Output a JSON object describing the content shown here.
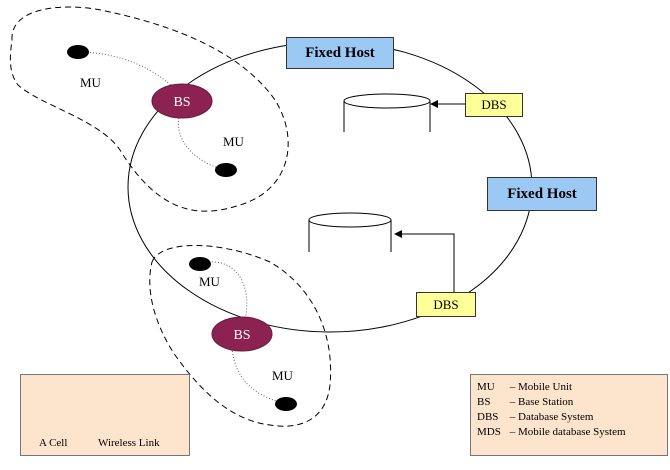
{
  "fixed_host_1": "Fixed Host",
  "fixed_host_2": "Fixed Host",
  "dbs_1": "DBS",
  "dbs_2": "DBS",
  "bs_1": "BS",
  "bs_2": "BS",
  "mu_labels": [
    "MU",
    "MU",
    "MU",
    "MU"
  ],
  "legend_left": {
    "cell_label": "A Cell",
    "wireless_label": "Wireless Link"
  },
  "legend_right": [
    {
      "abbr": "MU",
      "meaning": "– Mobile Unit"
    },
    {
      "abbr": "BS",
      "meaning": "– Base Station"
    },
    {
      "abbr": "DBS",
      "meaning": "– Database System"
    },
    {
      "abbr": "MDS",
      "meaning": "– Mobile database System"
    }
  ],
  "colors": {
    "base_station": "#8b2252",
    "fixed_host": "#9cc8f4",
    "dbs": "#ffff99",
    "legend": "#fde4cc"
  }
}
